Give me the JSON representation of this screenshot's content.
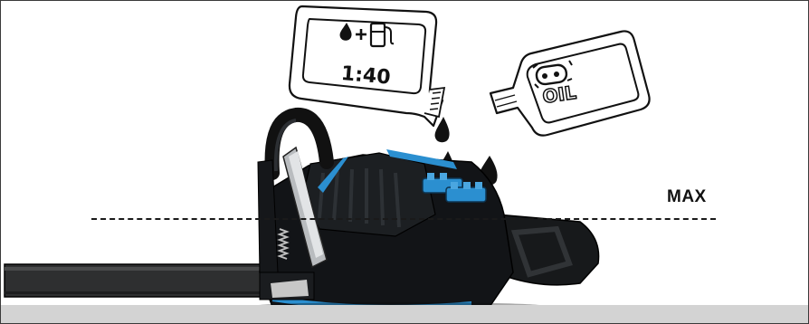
{
  "labels": {
    "max": "MAX",
    "fuel_ratio": "1:40",
    "oil": "OIL"
  },
  "icons": [
    "fuel-can-icon",
    "oil-bottle-icon",
    "fuel-drop-icon",
    "oil-drop-icon",
    "chainsaw-icon"
  ],
  "colors": {
    "accent_blue": "#2b8fd0",
    "body_black": "#121417",
    "floor_grey": "#d3d3d3"
  }
}
